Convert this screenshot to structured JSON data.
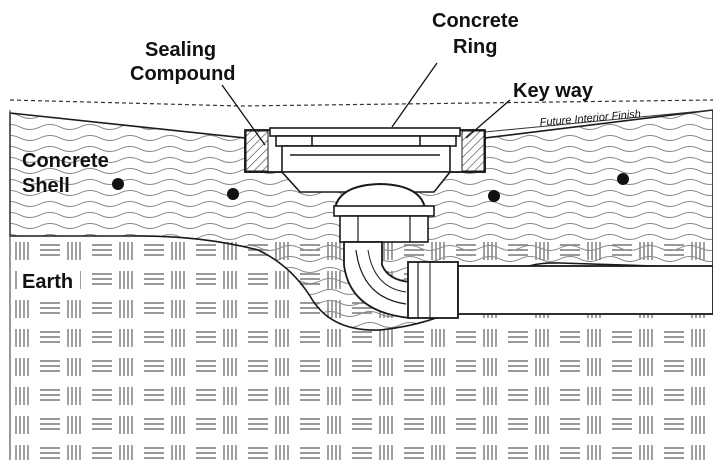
{
  "labels": {
    "concrete_ring_line1": "Concrete",
    "concrete_ring_line2": "Ring",
    "sealing_line1": "Sealing",
    "sealing_line2": "Compound",
    "key_way": "Key way",
    "future_finish": "Future Interior Finish",
    "shell_line1": "Concrete",
    "shell_line2": "Shell",
    "earth": "Earth"
  },
  "colors": {
    "line": "#1a1a1a",
    "fill": "#ffffff",
    "pattern": "#777777"
  }
}
